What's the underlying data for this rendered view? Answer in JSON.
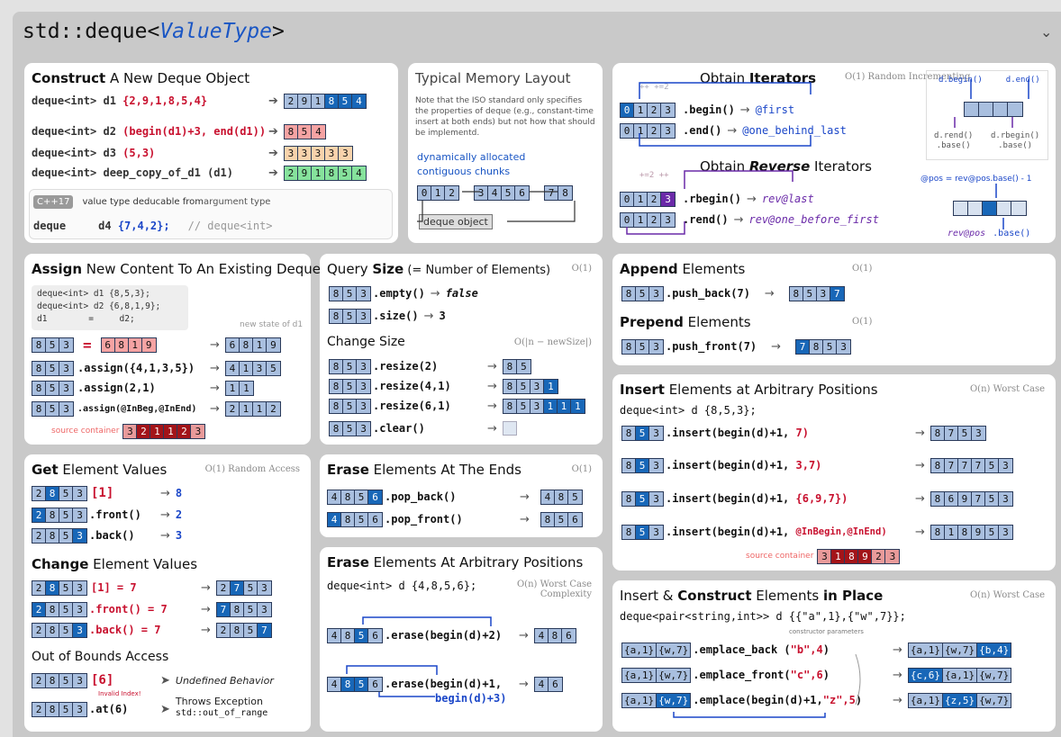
{
  "page": {
    "title_prefix": "std::deque<",
    "title_type": "ValueType",
    "title_suffix": ">"
  },
  "construct": {
    "h1": "Construct",
    "h2": " A New Deque Object",
    "r1": {
      "decl": "deque<int> d1 ",
      "args": "{2,9,1,8,5,4}",
      "cells": [
        "2",
        "9",
        "1",
        "8",
        "5",
        "4"
      ]
    },
    "r2": {
      "decl": "deque<int> d2 ",
      "args": "(begin(d1)+3, end(d1))",
      "cells": [
        "8",
        "5",
        "4"
      ]
    },
    "r3": {
      "decl": "deque<int> d3 ",
      "args": "(5,3)",
      "cells": [
        "3",
        "3",
        "3",
        "3",
        "3"
      ]
    },
    "r4": {
      "decl": "deque<int> deep_copy_of_d1 (d1)",
      "cells": [
        "2",
        "9",
        "1",
        "8",
        "5",
        "4"
      ]
    },
    "cpp": "C++17",
    "note": "value type deducable from ",
    "note2": "argument type",
    "r5a": "deque",
    "r5b": "d4 ",
    "r5c": "{7,4,2};",
    "r5d": "// deque<int>"
  },
  "memory": {
    "title": "Typical Memory Layout",
    "note": "Note that the ISO standard only specifies the properties of deque (e.g., constant-time insert at both ends) but not how that should be implementd.",
    "dyn1": "dynamically allocated",
    "dyn2": "contiguous chunks",
    "chunks": [
      [
        "0",
        "1",
        "2"
      ],
      [
        "3",
        "4",
        "5",
        "6"
      ],
      [
        "7",
        "8"
      ]
    ],
    "obj": "deque object"
  },
  "iter": {
    "h1a": "Obtain ",
    "h1b": "Iterators",
    "cx1": "O(1) Random Incrementing",
    "plus": [
      "++",
      "+=2"
    ],
    "cells": [
      "0",
      "1",
      "2",
      "3"
    ],
    "begin": ".begin()",
    "first": "@first",
    "end": ".end()",
    "obl": "@one_behind_last",
    "h2a": "Obtain ",
    "h2b": "Reverse",
    "h2c": " Iterators",
    "plus2": [
      "+=2",
      "++"
    ],
    "rbegin": ".rbegin()",
    "last": "rev@last",
    "rend": ".rend()",
    "obf": "rev@one_before_first",
    "db": "d.begin()",
    "de": "d.end()",
    "drend": "d.rend()",
    "dbase1": ".base()",
    "drb": "d.rbegin()",
    "dbase2": ".base()",
    "pos": "@pos = rev@pos.base() - 1",
    "revpos": "rev@pos",
    "base3": ".base()"
  },
  "assign": {
    "h1": "Assign",
    "h2": " New Content To An Existing Deque",
    "code": [
      "deque<int> d1 {8,5,3};",
      "deque<int> d2 {6,8,1,9};",
      "d1        =     d2;"
    ],
    "newstate": "new state of d1",
    "rows": [
      {
        "op": "=",
        "src": [
          "6",
          "8",
          "1",
          "9"
        ],
        "res": [
          "6",
          "8",
          "1",
          "9"
        ]
      },
      {
        "op": ".assign({4,1,3,5})",
        "res": [
          "4",
          "1",
          "3",
          "5"
        ]
      },
      {
        "op": ".assign(2,1)",
        "res": [
          "1",
          "1"
        ]
      },
      {
        "op": ".assign(@InBeg,@InEnd)",
        "res": [
          "2",
          "1",
          "1",
          "2"
        ]
      }
    ],
    "srcl": "source container",
    "src": [
      "3",
      "2",
      "1",
      "1",
      "2",
      "3"
    ],
    "cells": [
      "8",
      "5",
      "3"
    ]
  },
  "size": {
    "h1": "Query ",
    "h2": "Size",
    "h3": "  (= Number of Elements)",
    "cx": "O(1)",
    "empty": ".empty()",
    "emptyr": "false",
    "sz": ".size()",
    "szr": "3",
    "h4": "Change Size",
    "cx2": "O(|n − newSize|)",
    "resize": [
      {
        "op": ".resize(2)",
        "res": [
          "8",
          "5"
        ]
      },
      {
        "op": ".resize(4,1)",
        "res": [
          "8",
          "5",
          "3",
          "1"
        ]
      },
      {
        "op": ".resize(6,1)",
        "res": [
          "8",
          "5",
          "3",
          "1",
          "1",
          "1"
        ]
      }
    ],
    "clear": ".clear()",
    "cells": [
      "8",
      "5",
      "3"
    ]
  },
  "append": {
    "h1": "Append",
    "h2": " Elements",
    "cx": "O(1)",
    "op": ".push_back(7)",
    "res": [
      "8",
      "5",
      "3",
      "7"
    ],
    "h3": "Prepend",
    "h4": " Elements",
    "cx2": "O(1)",
    "op2": ".push_front(7)",
    "res2": [
      "7",
      "8",
      "5",
      "3"
    ],
    "cells": [
      "8",
      "5",
      "3"
    ]
  },
  "get": {
    "h1": "Get",
    "h2": " Element Values",
    "cx": "O(1) Random Access",
    "cells": [
      "2",
      "8",
      "5",
      "3"
    ],
    "r1op": "[1]",
    "r1r": "8",
    "r2op": ".front()",
    "r2r": "2",
    "r3op": ".back()",
    "r3r": "3",
    "h3": "Change",
    "h4": " Element Values",
    "c1op": "[1] = 7",
    "c1r": [
      "2",
      "7",
      "5",
      "3"
    ],
    "c2op": ".front() = 7",
    "c2r": [
      "7",
      "8",
      "5",
      "3"
    ],
    "c3op": ".back() = 7",
    "c3r": [
      "2",
      "8",
      "5",
      "7"
    ],
    "h5": "Out of Bounds Access",
    "o1": "[6]",
    "o1r": "Undefined Behavior",
    "inv": "Invalid Index!",
    "o2": ".at(6)",
    "o2r": "Throws Exception",
    "o2r2": "std::out_of_range"
  },
  "eraseends": {
    "h1": "Erase",
    "h2": " Elements At The Ends",
    "cx": "O(1)",
    "cells": [
      "4",
      "8",
      "5",
      "6"
    ],
    "op1": ".pop_back()",
    "r1": [
      "4",
      "8",
      "5"
    ],
    "op2": ".pop_front()",
    "r2": [
      "8",
      "5",
      "6"
    ]
  },
  "erasearb": {
    "h1": "Erase",
    "h2": " Elements At Arbitrary Positions",
    "decl": "deque<int> d {4,8,5,6};",
    "cx": "O(n) Worst Case Complexity",
    "cells": [
      "4",
      "8",
      "5",
      "6"
    ],
    "op1": ".erase(begin(d)+2)",
    "r1": [
      "4",
      "8",
      "6"
    ],
    "op2a": ".erase(begin(d)+1,",
    "op2b": "begin(d)+3)",
    "r2": [
      "4",
      "6"
    ]
  },
  "insert": {
    "h1": "Insert",
    "h2": " Elements at Arbitrary Positions",
    "cx": "O(n) Worst Case",
    "decl": "deque<int> d {8,5,3};",
    "cells": [
      "8",
      "5",
      "3"
    ],
    "rows": [
      {
        "a": ".insert(begin(d)+1, ",
        "b": "7)",
        "res": [
          "8",
          "7",
          "5",
          "3"
        ]
      },
      {
        "a": ".insert(begin(d)+1, ",
        "b": "3,7)",
        "res": [
          "8",
          "7",
          "7",
          "7",
          "5",
          "3"
        ]
      },
      {
        "a": ".insert(begin(d)+1, ",
        "b": "{6,9,7})",
        "res": [
          "8",
          "6",
          "9",
          "7",
          "5",
          "3"
        ]
      },
      {
        "a": ".insert(begin(d)+1, ",
        "b": "@InBegin,@InEnd)",
        "res": [
          "8",
          "1",
          "8",
          "9",
          "5",
          "3"
        ]
      }
    ],
    "srcl": "source container",
    "src": [
      "3",
      "1",
      "8",
      "9",
      "2",
      "3"
    ]
  },
  "emplace": {
    "h1": "Insert & ",
    "h2": "Construct",
    "h3": " Elements ",
    "h4": "in Place",
    "cx": "O(n) Worst Case",
    "decl": "deque<pair<string,int>> d {{\"a\",1},{\"w\",7}};",
    "cparam": "constructor parameters",
    "cells": [
      "{a,1}",
      "{w,7}"
    ],
    "op1": ".emplace_back (",
    "a1": "\"b\",4",
    ")": ")",
    "r1": [
      "{a,1}",
      "{w,7}",
      "{b,4}"
    ],
    "op2": ".emplace_front(",
    "a2": "\"c\",6",
    "r2": [
      "{c,6}",
      "{a,1}",
      "{w,7}"
    ],
    "op3": ".emplace(begin(d)+1,",
    "a3": "\"z\",5",
    "r3": [
      "{a,1}",
      "{z,5}",
      "{w,7}"
    ]
  },
  "colors": {
    "accent": "#1867b8",
    "cell": "#a9bfdf",
    "red": "#c8102e",
    "purple": "#6b2aa8"
  }
}
